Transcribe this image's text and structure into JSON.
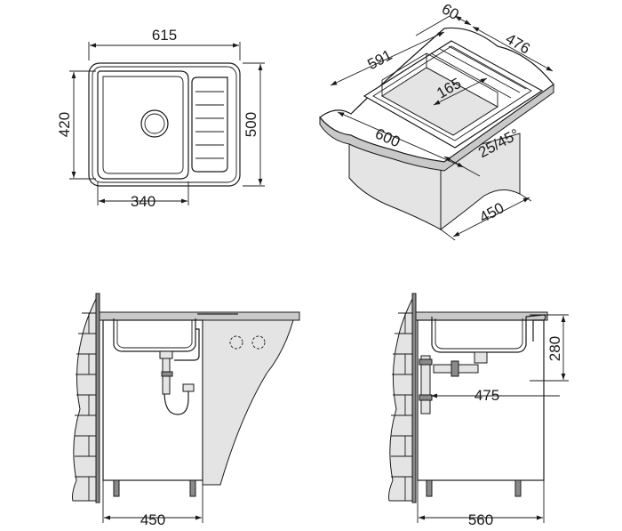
{
  "top_view": {
    "width_label": "615",
    "depth_label": "500",
    "bowl_depth_label": "420",
    "bowl_width_label": "340"
  },
  "iso_view": {
    "edge_label": "60",
    "width_label": "591",
    "depth_label": "476",
    "bowl_label": "165",
    "cabinet_width_label": "600",
    "radius_label": "25/45°",
    "cabinet_depth_label": "450"
  },
  "front_view": {
    "cabinet_label": "450"
  },
  "side_view": {
    "height_label": "280",
    "drain_label": "475",
    "depth_label": "560"
  }
}
